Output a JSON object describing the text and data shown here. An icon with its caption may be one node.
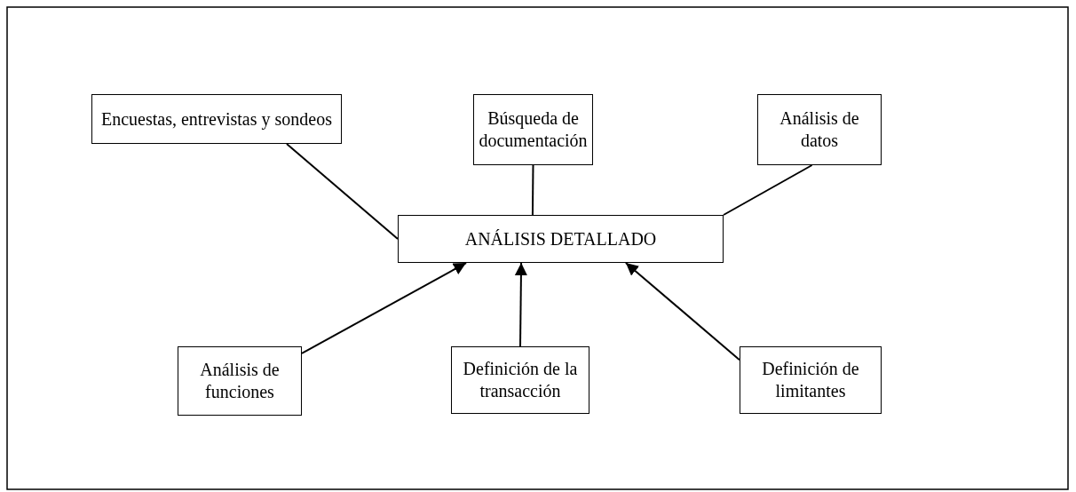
{
  "diagram": {
    "nodes": [
      {
        "text": [
          "Encuestas, entrevistas y sondeos"
        ]
      },
      {
        "text": [
          "Búsqueda de documentación"
        ]
      },
      {
        "text": [
          "Análisis de datos"
        ]
      },
      {
        "text": [
          "ANÁLISIS DETALLADO"
        ]
      },
      {
        "text": [
          "Análisis de funciones"
        ]
      },
      {
        "text": [
          "Definición de la transacción"
        ]
      },
      {
        "text": [
          "Definición de limitantes"
        ]
      }
    ],
    "edges": [
      {
        "from": 0,
        "to": 3,
        "arrow": "none"
      },
      {
        "from": 1,
        "to": 3,
        "arrow": "none"
      },
      {
        "from": 2,
        "to": 3,
        "arrow": "none"
      },
      {
        "from": 4,
        "to": 3,
        "arrow": "to"
      },
      {
        "from": 5,
        "to": 3,
        "arrow": "to"
      },
      {
        "from": 6,
        "to": 3,
        "arrow": "to"
      }
    ]
  }
}
